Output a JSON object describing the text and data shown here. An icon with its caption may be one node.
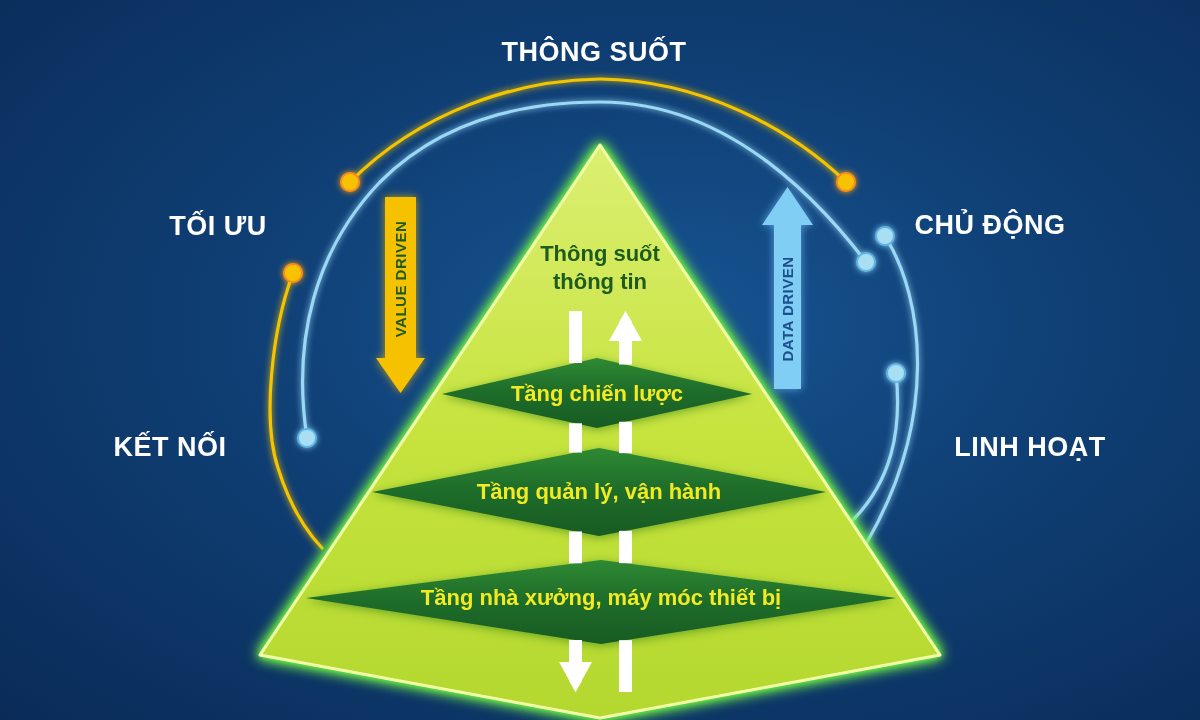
{
  "diagram": {
    "nodes": [
      {
        "text": [
          "Thông suốt thông tin"
        ]
      },
      {
        "text": [
          "Tầng chiến lược"
        ],
        "in": 0
      },
      {
        "text": [
          "Tầng quản lý, vận hành"
        ],
        "in": 0
      },
      {
        "text": [
          "Tầng nhà xưởng, máy móc thiết bị"
        ],
        "in": 0
      },
      {
        "text": [
          "VALUE DRIVEN"
        ]
      },
      {
        "text": [
          "DATA DRIVEN"
        ]
      }
    ],
    "edges": [
      {
        "from": null,
        "to": 1,
        "arrow": "none"
      },
      {
        "from": 1,
        "to": 2,
        "arrow": "none"
      },
      {
        "from": 2,
        "to": 3,
        "arrow": "none"
      },
      {
        "from": 3,
        "to": null,
        "arrow": "to"
      },
      {
        "from": null,
        "to": 3,
        "arrow": "none"
      },
      {
        "from": 3,
        "to": 2,
        "arrow": "none"
      },
      {
        "from": 2,
        "to": 1,
        "arrow": "none"
      },
      {
        "from": 1,
        "to": null,
        "arrow": "to"
      }
    ],
    "labels": [
      "THÔNG SUỐT",
      "TỐI ƯU",
      "CHỦ ĐỘNG",
      "KẾT NỐI",
      "LINH HOẠT"
    ]
  }
}
